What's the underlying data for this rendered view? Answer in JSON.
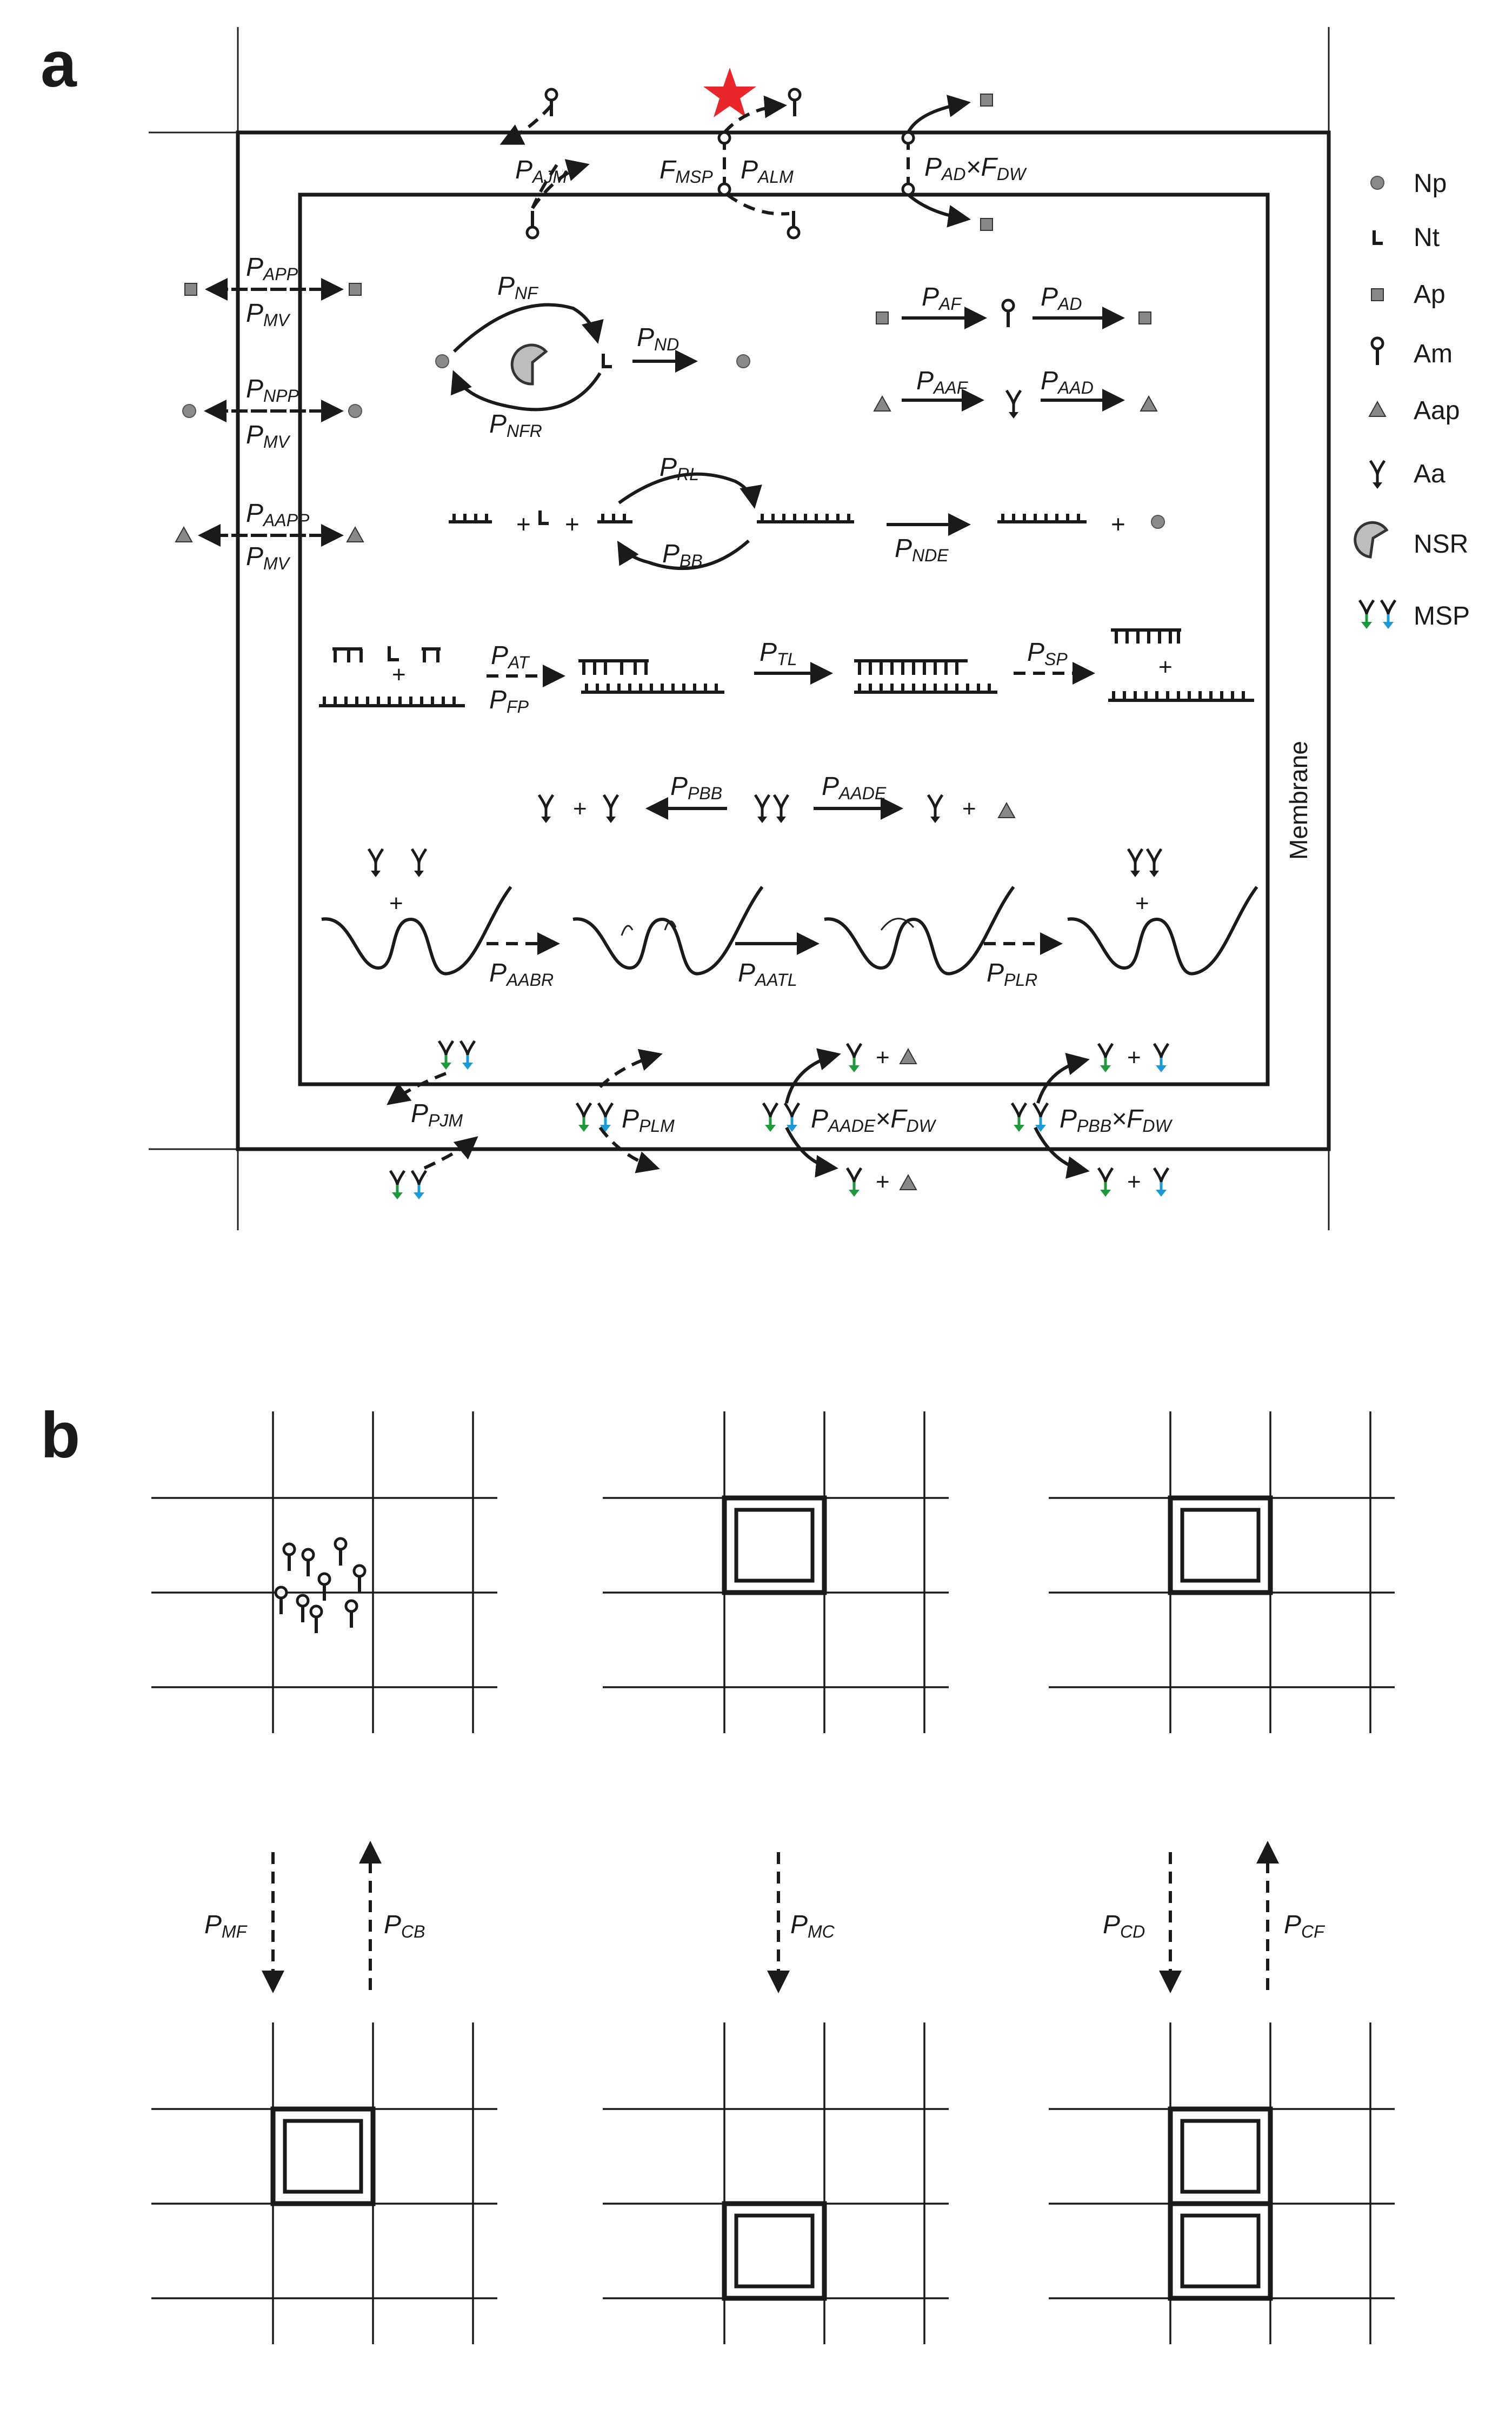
{
  "panels": {
    "a": "a",
    "b": "b"
  },
  "colors": {
    "star": "#e8262c",
    "np": "#888888",
    "ap": "#888888",
    "aap": "#888888",
    "msp_green": "#1e9a3c",
    "msp_blue": "#1b9ad6",
    "line": "#1a1a1a"
  },
  "legend": [
    {
      "icon": "np-circle-icon",
      "label": "Np"
    },
    {
      "icon": "nt-icon",
      "label": "Nt"
    },
    {
      "icon": "ap-square-icon",
      "label": "Ap"
    },
    {
      "icon": "am-lollipop-icon",
      "label": "Am"
    },
    {
      "icon": "aap-triangle-icon",
      "label": "Aap"
    },
    {
      "icon": "aa-icon",
      "label": "Aa"
    },
    {
      "icon": "nsr-pacman-icon",
      "label": "NSR"
    },
    {
      "icon": "msp-icon",
      "label": "MSP"
    }
  ],
  "membrane_label": "Membrane",
  "labels_a": {
    "P_AJM": {
      "main": "P",
      "sub": "AJM"
    },
    "F_MSP": {
      "main": "F",
      "sub": "MSP"
    },
    "P_ALM": {
      "main": "P",
      "sub": "ALM"
    },
    "P_AD_F_DW": {
      "main": "P",
      "sub": "AD",
      "op": "×F",
      "sub2": "DW"
    },
    "P_APP": {
      "main": "P",
      "sub": "APP"
    },
    "P_MV_1": {
      "main": "P",
      "sub": "MV"
    },
    "P_NPP": {
      "main": "P",
      "sub": "NPP"
    },
    "P_MV_2": {
      "main": "P",
      "sub": "MV"
    },
    "P_AAPP": {
      "main": "P",
      "sub": "AAPP"
    },
    "P_MV_3": {
      "main": "P",
      "sub": "MV"
    },
    "P_NF": {
      "main": "P",
      "sub": "NF"
    },
    "P_NFR": {
      "main": "P",
      "sub": "NFR"
    },
    "P_ND": {
      "main": "P",
      "sub": "ND"
    },
    "P_AF": {
      "main": "P",
      "sub": "AF"
    },
    "P_AD": {
      "main": "P",
      "sub": "AD"
    },
    "P_AAF": {
      "main": "P",
      "sub": "AAF"
    },
    "P_AAD": {
      "main": "P",
      "sub": "AAD"
    },
    "P_RL": {
      "main": "P",
      "sub": "RL"
    },
    "P_BB": {
      "main": "P",
      "sub": "BB"
    },
    "P_NDE": {
      "main": "P",
      "sub": "NDE"
    },
    "P_AT": {
      "main": "P",
      "sub": "AT"
    },
    "P_FP": {
      "main": "P",
      "sub": "FP"
    },
    "P_TL": {
      "main": "P",
      "sub": "TL"
    },
    "P_SP": {
      "main": "P",
      "sub": "SP"
    },
    "P_PBB": {
      "main": "P",
      "sub": "PBB"
    },
    "P_AADE": {
      "main": "P",
      "sub": "AADE"
    },
    "P_AABR": {
      "main": "P",
      "sub": "AABR"
    },
    "P_AATL": {
      "main": "P",
      "sub": "AATL"
    },
    "P_PLR": {
      "main": "P",
      "sub": "PLR"
    },
    "P_PJM": {
      "main": "P",
      "sub": "PJM"
    },
    "P_PLM": {
      "main": "P",
      "sub": "PLM"
    },
    "P_AADE_F_DW": {
      "main": "P",
      "sub": "AADE",
      "op": "×F",
      "sub2": "DW"
    },
    "P_PBB_F_DW": {
      "main": "P",
      "sub": "PBB",
      "op": "×F",
      "sub2": "DW"
    }
  },
  "labels_b": {
    "P_MF": {
      "main": "P",
      "sub": "MF"
    },
    "P_CB": {
      "main": "P",
      "sub": "CB"
    },
    "P_MC": {
      "main": "P",
      "sub": "MC"
    },
    "P_CD": {
      "main": "P",
      "sub": "CD"
    },
    "P_CF": {
      "main": "P",
      "sub": "CF"
    }
  },
  "plus": "+"
}
